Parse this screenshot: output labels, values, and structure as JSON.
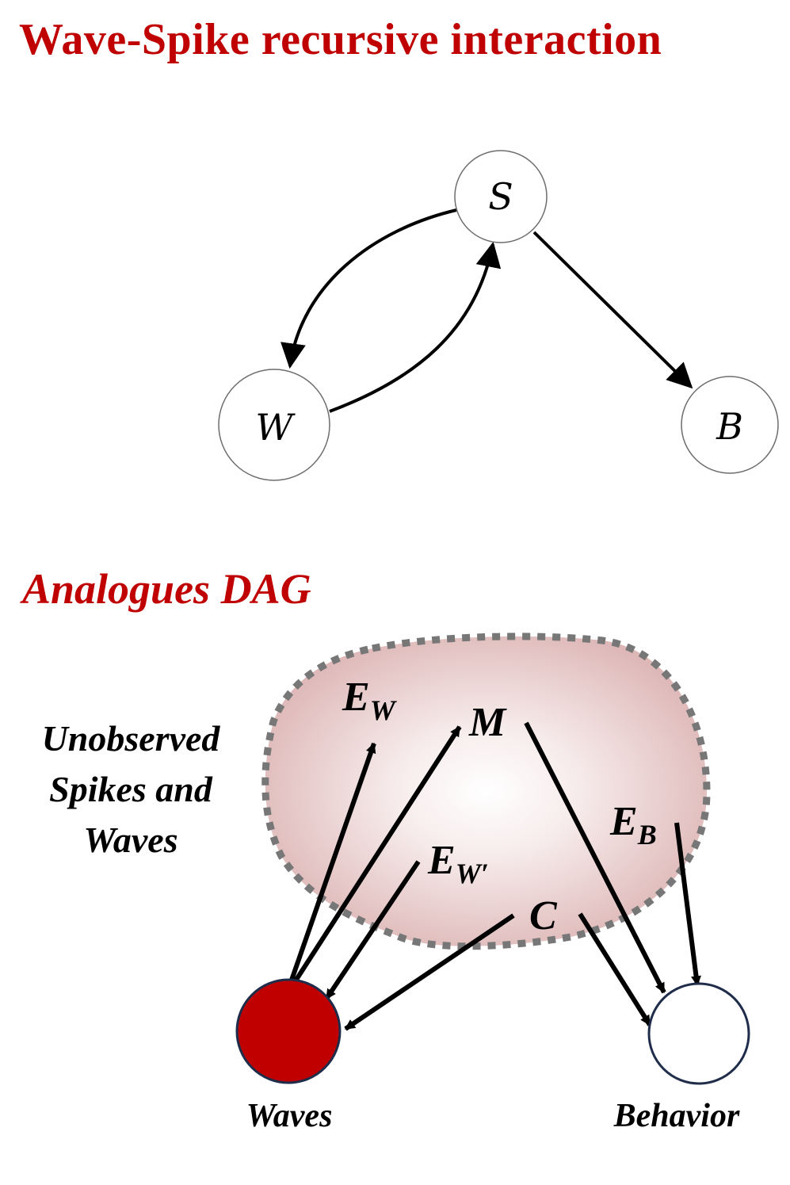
{
  "title": "Wave-Spike recursive interaction",
  "top_graph": {
    "nodes": {
      "S": "S",
      "W": "W",
      "B": "B"
    },
    "edges": [
      {
        "from": "S",
        "to": "W"
      },
      {
        "from": "W",
        "to": "S"
      },
      {
        "from": "S",
        "to": "B"
      }
    ]
  },
  "subtitle": "Analogues DAG",
  "unobserved_label": {
    "line1": "Unobserved",
    "line2": "Spikes and",
    "line3": "Waves"
  },
  "dag": {
    "latent_nodes": {
      "E_W": {
        "base": "E",
        "sub": "W"
      },
      "M": "M",
      "E_B": {
        "base": "E",
        "sub": "B"
      },
      "E_Wprime": {
        "base": "E",
        "sub": "W′"
      },
      "C": "C"
    },
    "observed_nodes": {
      "waves": "Waves",
      "behavior": "Behavior"
    },
    "edges": [
      {
        "from": "Waves",
        "to": "E_W"
      },
      {
        "from": "Waves",
        "to": "M"
      },
      {
        "from": "E_W'",
        "to": "Waves"
      },
      {
        "from": "C",
        "to": "Waves"
      },
      {
        "from": "M",
        "to": "Behavior"
      },
      {
        "from": "C",
        "to": "Behavior"
      },
      {
        "from": "E_B",
        "to": "Behavior"
      }
    ]
  },
  "colors": {
    "accent_red": "#c00000",
    "cloud_fill": "#e8c4c4",
    "cloud_border": "#7a7a7a",
    "behavior_border": "#1f2d4a",
    "arrow": "#000000"
  }
}
